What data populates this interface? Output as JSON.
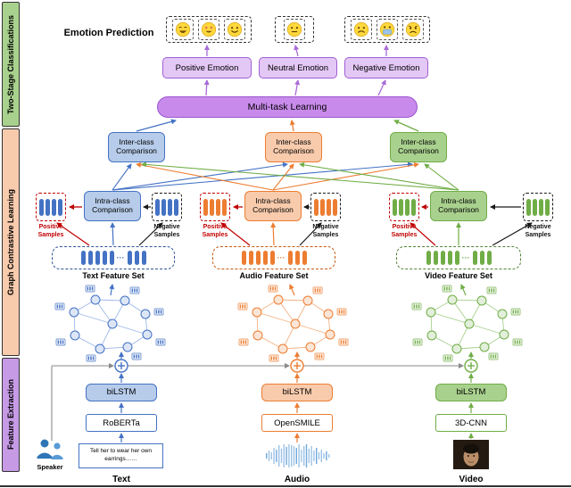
{
  "sidebar": {
    "sections": [
      {
        "label": "Two-Stage Classifications",
        "color": "#A9D18E"
      },
      {
        "label": "Graph Contrastive Learning",
        "color": "#F8CBAD"
      },
      {
        "label": "Feature Extraction",
        "color": "#C79AE6"
      }
    ]
  },
  "header": {
    "title": "Emotion Prediction"
  },
  "emoji_groups": [
    {
      "icons": [
        "laughing-face",
        "star-eyes-face",
        "smiling-face"
      ]
    },
    {
      "icons": [
        "neutral-face"
      ]
    },
    {
      "icons": [
        "sad-face",
        "mask-face",
        "angry-face"
      ]
    }
  ],
  "emotions": [
    {
      "label": "Positive Emotion"
    },
    {
      "label": "Neutral Emotion"
    },
    {
      "label": "Negative Emotion"
    }
  ],
  "multitask": {
    "label": "Multi-task Learning"
  },
  "modalities": [
    {
      "name": "Text",
      "color": "#4472C4",
      "inter": "Inter-class Comparison",
      "intra": "Intra-class Comparison",
      "feature_set": "Text Feature Set",
      "positive": "Positive Samples",
      "negative": "Negative Samples",
      "fusion": "biLSTM",
      "encoder": "RoBERTa",
      "input": "Text"
    },
    {
      "name": "Audio",
      "color": "#ED7D31",
      "inter": "Inter-class Comparison",
      "intra": "Intra-class Comparison",
      "feature_set": "Audio Feature Set",
      "positive": "Positive Samples",
      "negative": "Negative Samples",
      "fusion": "biLSTM",
      "encoder": "OpenSMILE",
      "input": "Audio"
    },
    {
      "name": "Video",
      "color": "#70AD47",
      "inter": "Inter-class Comparison",
      "intra": "Intra-class Comparison",
      "feature_set": "Video Feature Set",
      "positive": "Positive Samples",
      "negative": "Negative Samples",
      "fusion": "biLSTM",
      "encoder": "3D-CNN",
      "input": "Video"
    }
  ],
  "inputs": {
    "speaker": "Speaker",
    "text_sample": "Tell her to wear her own earrings……"
  },
  "ui": {
    "dots": "···"
  },
  "colors": {
    "emotion_accent": "#B77FE0",
    "positive_sample": "#C00000",
    "negative_sample": "#1A1A1A",
    "speaker_line": "#8A8A8A"
  }
}
